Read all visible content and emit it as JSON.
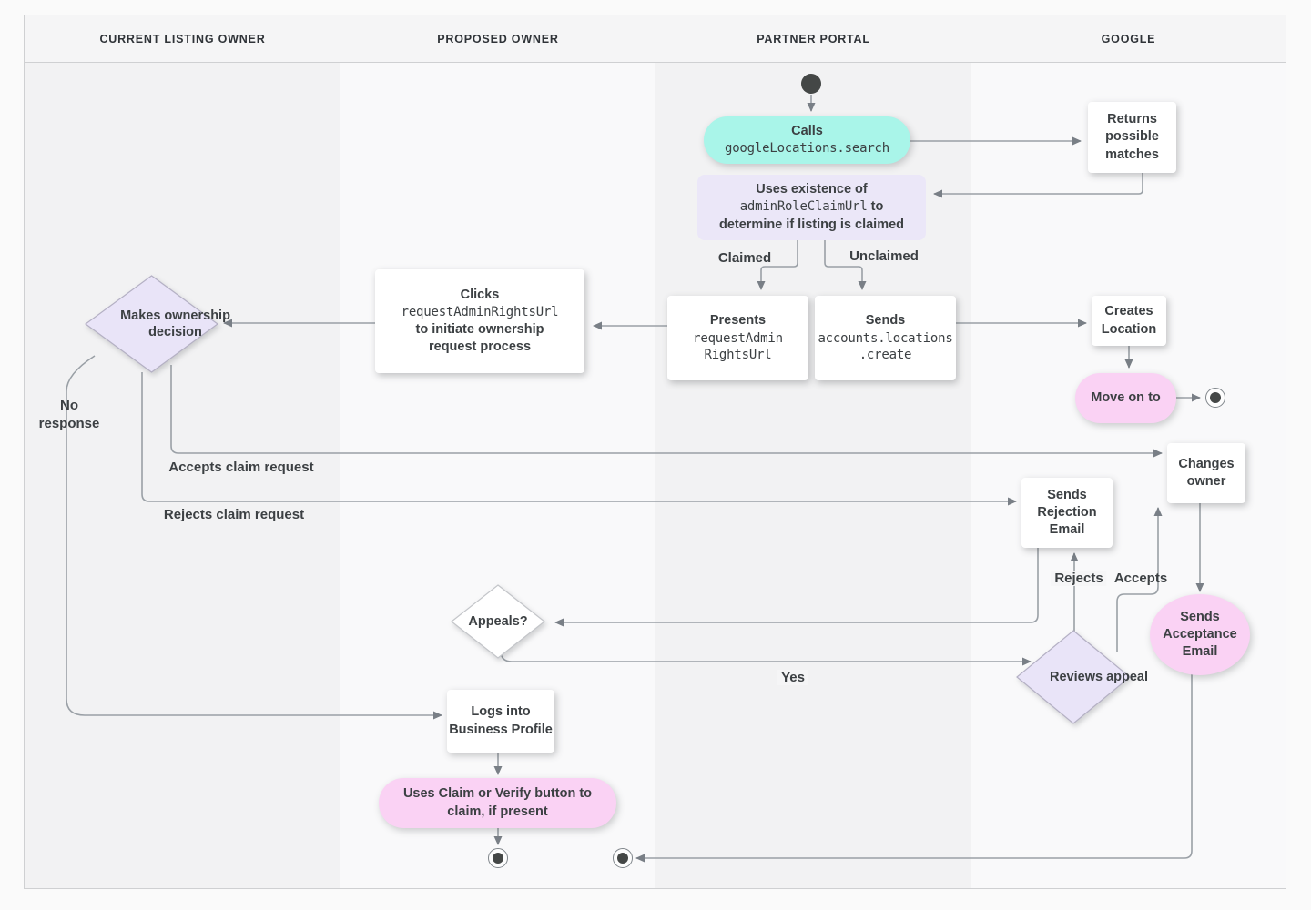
{
  "lanes": [
    {
      "label": "CURRENT LISTING OWNER"
    },
    {
      "label": "PROPOSED OWNER"
    },
    {
      "label": "PARTNER PORTAL"
    },
    {
      "label": "GOOGLE"
    }
  ],
  "nodes": {
    "calls": {
      "title": "Calls",
      "code": "googleLocations.search"
    },
    "returns_matches": {
      "label": "Returns possible matches"
    },
    "uses_existence": {
      "line1": "Uses existence of",
      "code": "adminRoleClaimUrl",
      "after_code": "to",
      "line3": "determine if listing is claimed"
    },
    "presents": {
      "title": "Presents",
      "code_line1": "requestAdmin",
      "code_line2": "RightsUrl"
    },
    "sends_create": {
      "title": "Sends",
      "code_line1": "accounts.locations",
      "code_line2": ".create"
    },
    "creates_location": {
      "label": "Creates Location"
    },
    "move_on_to": {
      "label": "Move on to"
    },
    "clicks": {
      "line1": "Clicks",
      "code": "requestAdminRightsUrl",
      "line2": "to initiate ownership",
      "line3": "request process"
    },
    "makes_decision": {
      "label": "Makes ownership decision"
    },
    "changes_owner": {
      "label": "Changes owner"
    },
    "sends_rejection": {
      "label": "Sends Rejection Email"
    },
    "sends_acceptance": {
      "label": "Sends Acceptance Email"
    },
    "appeals": {
      "label": "Appeals?"
    },
    "reviews_appeal": {
      "label": "Reviews appeal"
    },
    "logs_into": {
      "label": "Logs into Business Profile"
    },
    "uses_claim": {
      "label": "Uses Claim or Verify button to claim, if present"
    }
  },
  "edge_labels": {
    "claimed": "Claimed",
    "unclaimed": "Unclaimed",
    "no_response": "No response",
    "accepts_claim": "Accepts claim request",
    "rejects_claim": "Rejects claim request",
    "rejects": "Rejects",
    "accepts": "Accepts",
    "yes": "Yes"
  },
  "colors": {
    "teal": "#a9f5e9",
    "lavender": "#ebe7f8",
    "diamond_lavender": "#e9e4f8",
    "pink": "#fad2f4",
    "line": "#9aa0a6",
    "text": "#3c4043",
    "lane_dark": "#f2f2f3",
    "lane_light": "#f9f9fa"
  }
}
